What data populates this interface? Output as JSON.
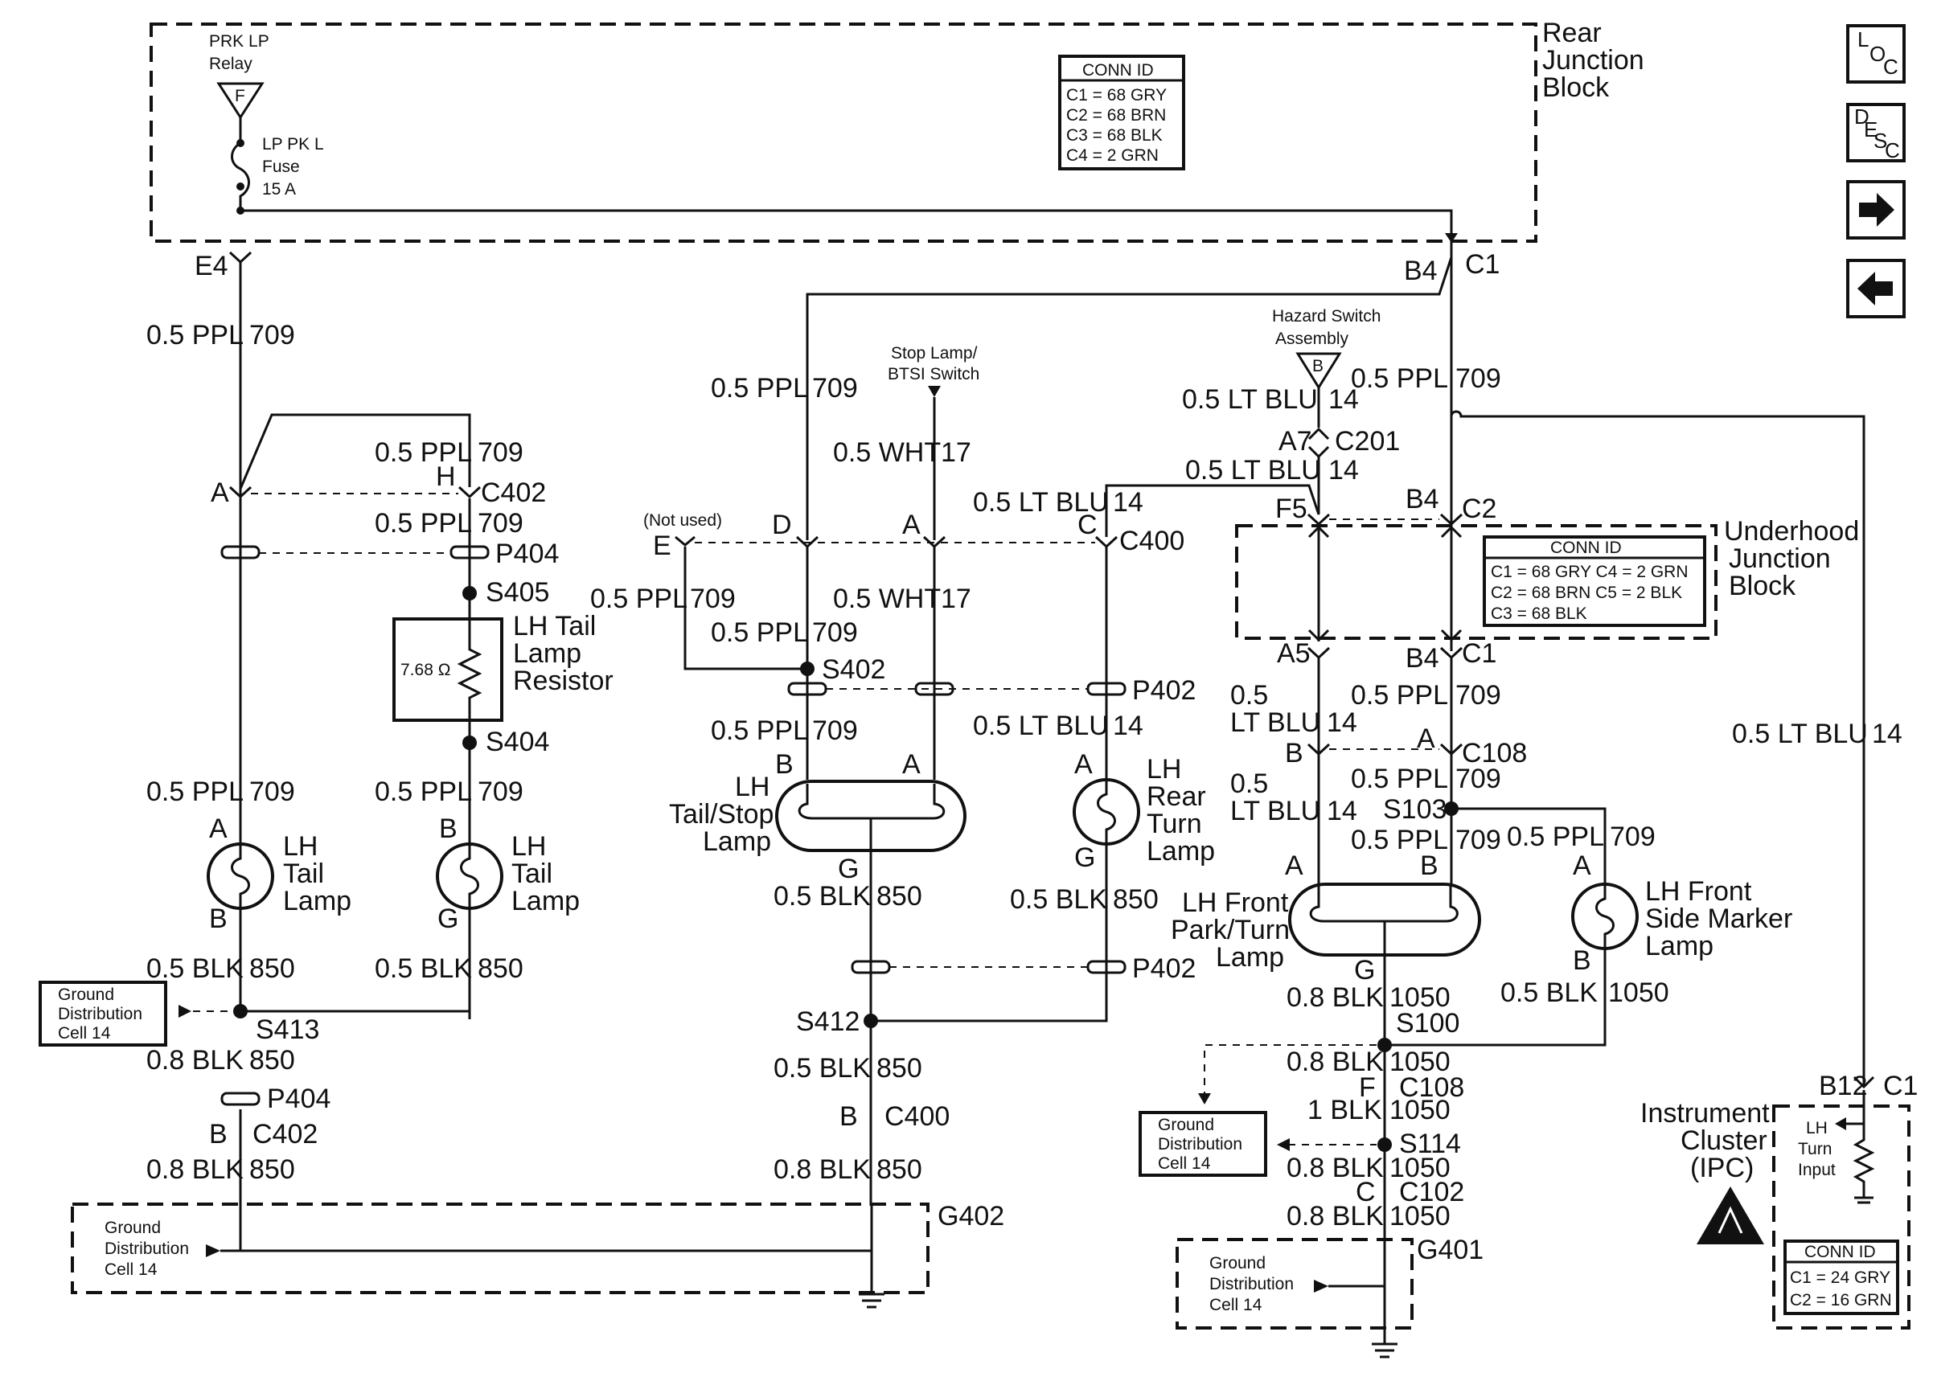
{
  "nav": {
    "loc_icon": "LOC",
    "desc_icon": "DESC",
    "forward_icon": "arrow-right",
    "back_icon": "arrow-left"
  },
  "blocks": {
    "rear_junction": [
      "Rear",
      "Junction",
      "Block"
    ],
    "underhood_junction": [
      "Underhood",
      "Junction",
      "Block"
    ],
    "rear_conn": {
      "title": "CONN ID",
      "rows": [
        "C1 = 68 GRY",
        "C2 = 68 BRN",
        "C3 = 68 BLK",
        "C4 = 2 GRN"
      ]
    },
    "underhood_conn": {
      "title": "CONN ID",
      "rows": [
        "C1 = 68 GRY  C4 = 2 GRN",
        "C2 = 68 BRN  C5 = 2 BLK",
        "C3 = 68 BLK"
      ]
    },
    "ipc_conn": {
      "title": "CONN ID",
      "rows": [
        "C1 = 24 GRY",
        "C2 = 16 GRN"
      ]
    }
  },
  "sources": {
    "prk_relay": [
      "PRK LP",
      "Relay"
    ],
    "prk_relay_pin": "F",
    "fuse": [
      "LP PK L",
      "Fuse",
      "15 A"
    ],
    "stop_switch": [
      "Stop Lamp/",
      "BTSI Switch"
    ],
    "hazard_switch": [
      "Hazard Switch",
      "Assembly"
    ],
    "hazard_pin": "B",
    "not_used": "(Not used)"
  },
  "components": {
    "resistor": [
      "LH Tail",
      "Lamp",
      "Resistor"
    ],
    "resistor_value": "7.68 Ω",
    "tail_lamp": [
      "LH",
      "Tail",
      "Lamp"
    ],
    "tail_stop": [
      "LH",
      "Tail/Stop",
      "Lamp"
    ],
    "rear_turn": [
      "LH",
      "Rear",
      "Turn",
      "Lamp"
    ],
    "front_park": [
      "LH Front",
      "Park/Turn",
      "Lamp"
    ],
    "front_side": [
      "LH Front",
      "Side Marker",
      "Lamp"
    ],
    "ipc": [
      "Instrument",
      "Cluster",
      "(IPC)"
    ],
    "ipc_input": [
      "LH",
      "Turn",
      "Input"
    ]
  },
  "wires": {
    "ppl709": {
      "gauge": "0.5 PPL",
      "circuit": "709"
    },
    "wht17": {
      "gauge": "0.5 WHT",
      "circuit": "17"
    },
    "ltblu14": {
      "gauge": "0.5 LT BLU",
      "circuit": "14"
    },
    "ltblu14_split": {
      "gauge": "0.5",
      "gauge2": "LT BLU",
      "circuit": "14"
    },
    "blk850": {
      "gauge": "0.5 BLK",
      "circuit": "850"
    },
    "blk850_08": {
      "gauge": "0.8 BLK",
      "circuit": "850"
    },
    "blk1050_08": {
      "gauge": "0.8 BLK",
      "circuit": "1050"
    },
    "blk1050_05": {
      "gauge": "0.5 BLK",
      "circuit": "1050"
    },
    "blk1050_1": {
      "gauge": "1 BLK",
      "circuit": "1050"
    }
  },
  "connectors": {
    "E4": "E4",
    "C1": "C1",
    "B4": "B4",
    "C402": "C402",
    "P404": "P404",
    "S405": "S405",
    "S404": "S404",
    "S413": "S413",
    "S402": "S402",
    "S412": "S412",
    "P402": "P402",
    "C400": "C400",
    "C201": "C201",
    "A7": "A7",
    "F5": "F5",
    "C2": "C2",
    "A5": "A5",
    "C108": "C108",
    "S103": "S103",
    "S100": "S100",
    "S114": "S114",
    "C102": "C102",
    "G402": "G402",
    "G401": "G401",
    "B12": "B12",
    "A": "A",
    "B": "B",
    "C": "C",
    "D": "D",
    "E": "E",
    "F": "F",
    "G": "G",
    "H": "H"
  },
  "ground_ref": [
    "Ground",
    "Distribution",
    "Cell 14"
  ]
}
